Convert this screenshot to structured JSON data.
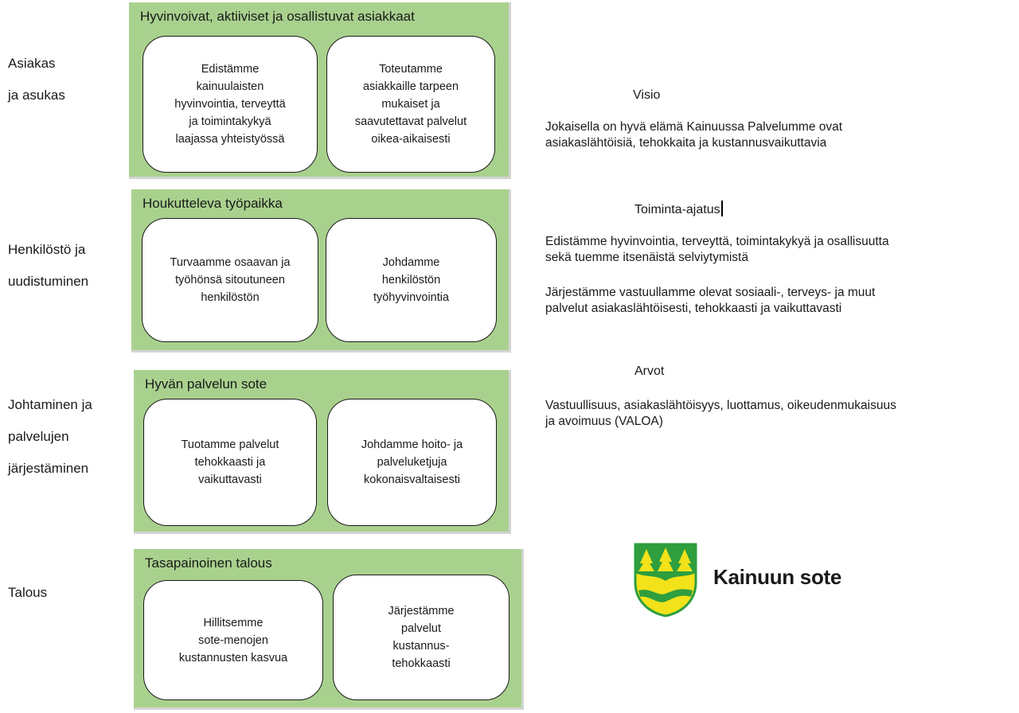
{
  "rows": [
    {
      "label": "Asiakas\nja asukas",
      "panel_title": "Hyvinvoivat, aktiiviset ja osallistuvat asiakkaat",
      "cards": [
        "Edistämme\nkainuulaisten\nhyvinvointia, terveyttä\nja toimintakykyä\nlaajassa yhteistyössä",
        "Toteutamme\nasiakkaille tarpeen\nmukaiset ja\nsaavutettavat palvelut\noikea-aikaisesti"
      ]
    },
    {
      "label": "Henkilöstö ja\nuudistuminen",
      "panel_title": "Houkutteleva työpaikka",
      "cards": [
        "Turvaamme osaavan ja\ntyöhönsä sitoutuneen\nhenkilöstön",
        "Johdamme\nhenkilöstön\ntyöhyvinvointia"
      ]
    },
    {
      "label": "Johtaminen ja\npalvelujen\njärjestäminen",
      "panel_title": "Hyvän palvelun sote",
      "cards": [
        "Tuotamme palvelut\ntehokkaasti ja\nvaikuttavasti",
        "Johdamme hoito- ja\npalveluketjuja\nkokonaisvaltaisesti"
      ]
    },
    {
      "label": "Talous",
      "panel_title": "Tasapainoinen talous",
      "cards": [
        "Hillitsemme\nsote-menojen\nkustannusten kasvua",
        "Järjestämme\npalvelut\nkustannus-\ntehokkaasti"
      ]
    }
  ],
  "visio": {
    "heading": "Visio",
    "text": "Jokaisella on hyvä elämä Kainuussa Palvelumme ovat\nasiakaslähtöisiä, tehokkaita ja kustannusvaikuttavia"
  },
  "toiminta_ajatus": {
    "heading": "Toiminta-ajatus",
    "text1": "Edistämme hyvinvointia, terveyttä, toimintakykyä ja osallisuutta\nsekä tuemme itsenäistä selviytymistä",
    "text2": "Järjestämme vastuullamme olevat sosiaali-, terveys- ja muut\npalvelut asiakaslähtöisesti, tehokkaasti ja vaikuttavasti"
  },
  "arvot": {
    "heading": "Arvot",
    "text": "Vastuullisuus, asiakaslähtöisyys, luottamus, oikeudenmukaisuus\nja avoimuus (VALOA)"
  },
  "logo": {
    "text": "Kainuun sote"
  },
  "colors": {
    "panel_green": "#a9d18e",
    "logo_green": "#2e9e3e",
    "logo_yellow": "#f2e21a"
  }
}
